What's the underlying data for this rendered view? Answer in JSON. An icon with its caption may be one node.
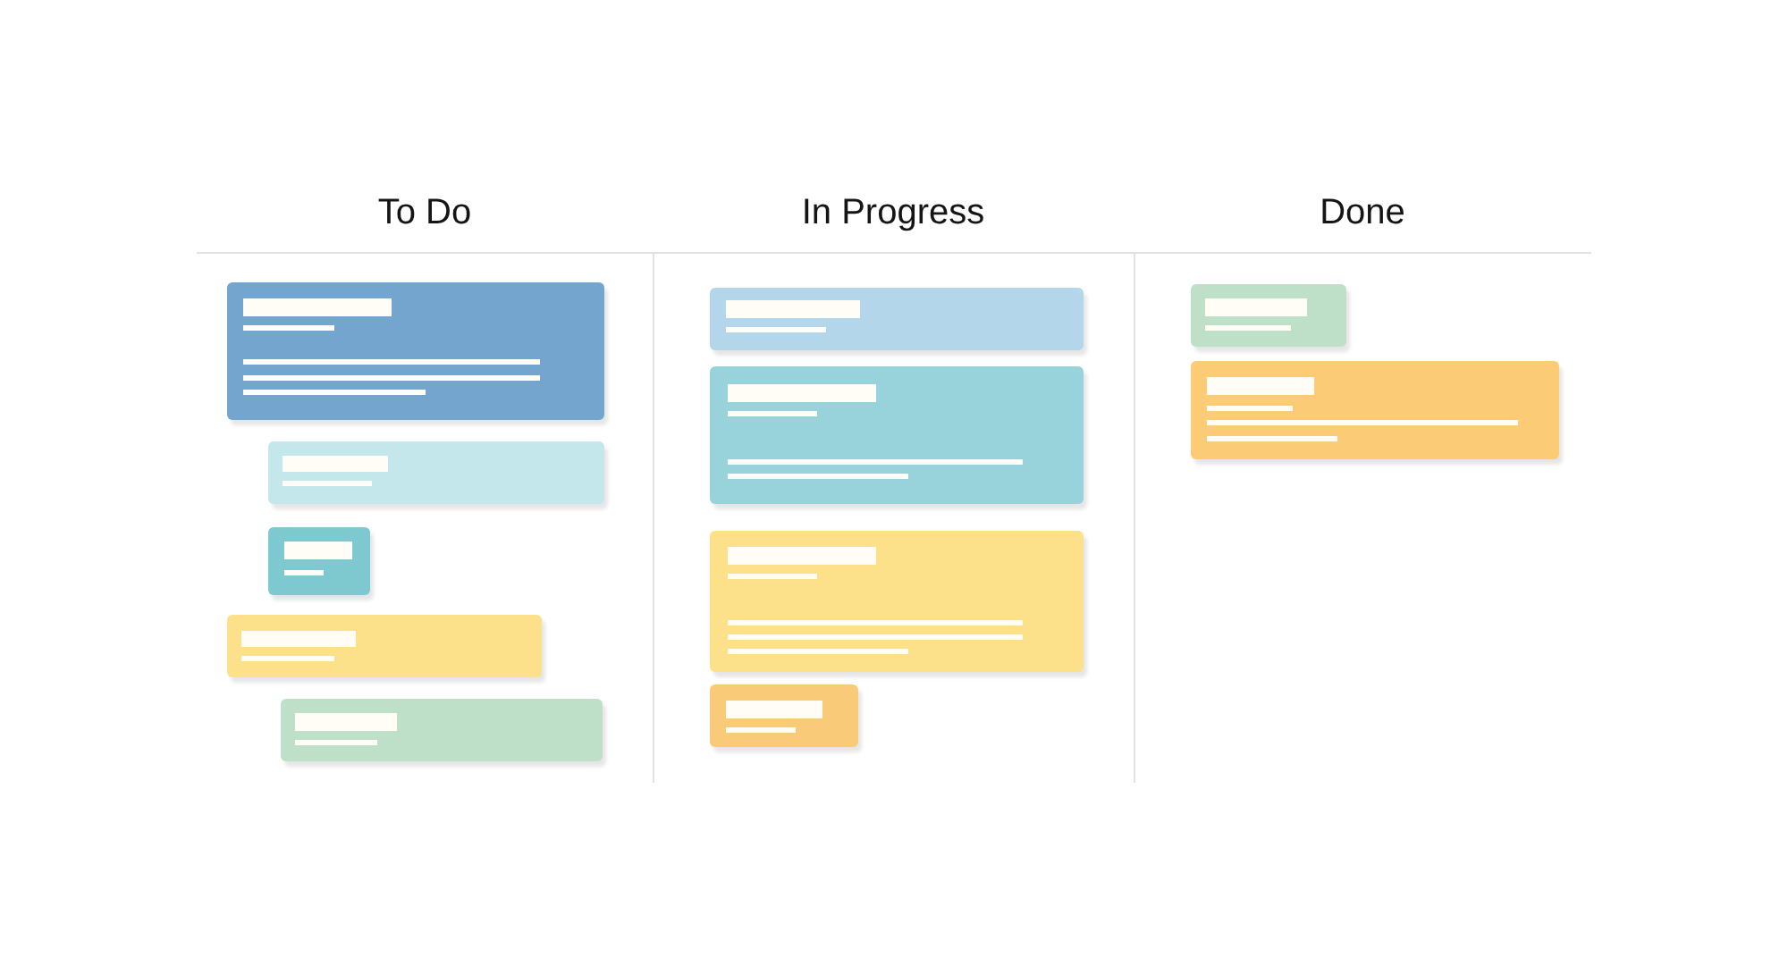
{
  "diagram": {
    "nodes": [
      {
        "text": [
          "To Do"
        ]
      },
      {
        "text": [],
        "shape": "box",
        "in": 0
      },
      {
        "text": [],
        "shape": "box",
        "in": 0
      },
      {
        "text": [],
        "shape": "box",
        "in": 0
      },
      {
        "text": [],
        "shape": "box",
        "in": 0
      },
      {
        "text": [],
        "shape": "box",
        "in": 0
      },
      {
        "text": [
          "In Progress"
        ]
      },
      {
        "text": [],
        "shape": "box",
        "in": 6
      },
      {
        "text": [],
        "shape": "box",
        "in": 6
      },
      {
        "text": [],
        "shape": "box",
        "in": 6
      },
      {
        "text": [],
        "shape": "box",
        "in": 6
      },
      {
        "text": [
          "Done"
        ]
      },
      {
        "text": [],
        "shape": "box",
        "in": 11
      },
      {
        "text": [],
        "shape": "box",
        "in": 11
      }
    ]
  }
}
